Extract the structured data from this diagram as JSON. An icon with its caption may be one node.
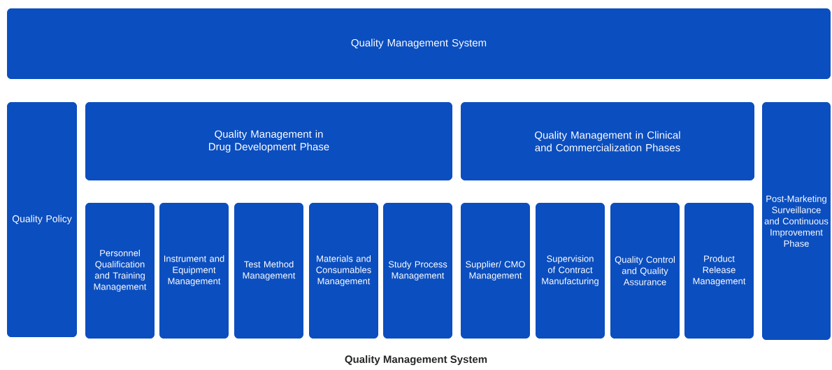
{
  "diagram": {
    "caption": "Quality Management System",
    "nodes": [
      {
        "text": [
          "Quality Management System"
        ]
      },
      {
        "text": [
          "Quality Policy"
        ]
      },
      {
        "text": [
          "Quality Management in Drug Development Phase"
        ]
      },
      {
        "text": [
          "Quality Management in Clinical and Commercialization Phases"
        ]
      },
      {
        "text": [
          "Post-Marketing Surveillance and Continuous Improvement Phase"
        ]
      },
      {
        "text": [
          "Personnel Qualification and Training Management"
        ]
      },
      {
        "text": [
          "Instrument and Equipment Management"
        ]
      },
      {
        "text": [
          "Test Method Management"
        ]
      },
      {
        "text": [
          "Materials and Consumables Management"
        ]
      },
      {
        "text": [
          "Study Process Management"
        ]
      },
      {
        "text": [
          "Supplier/ CMO Management"
        ]
      },
      {
        "text": [
          "Supervision of Contract Manufacturing"
        ]
      },
      {
        "text": [
          "Quality Control and Quality Assurance"
        ]
      },
      {
        "text": [
          "Product Release Management"
        ]
      }
    ]
  }
}
